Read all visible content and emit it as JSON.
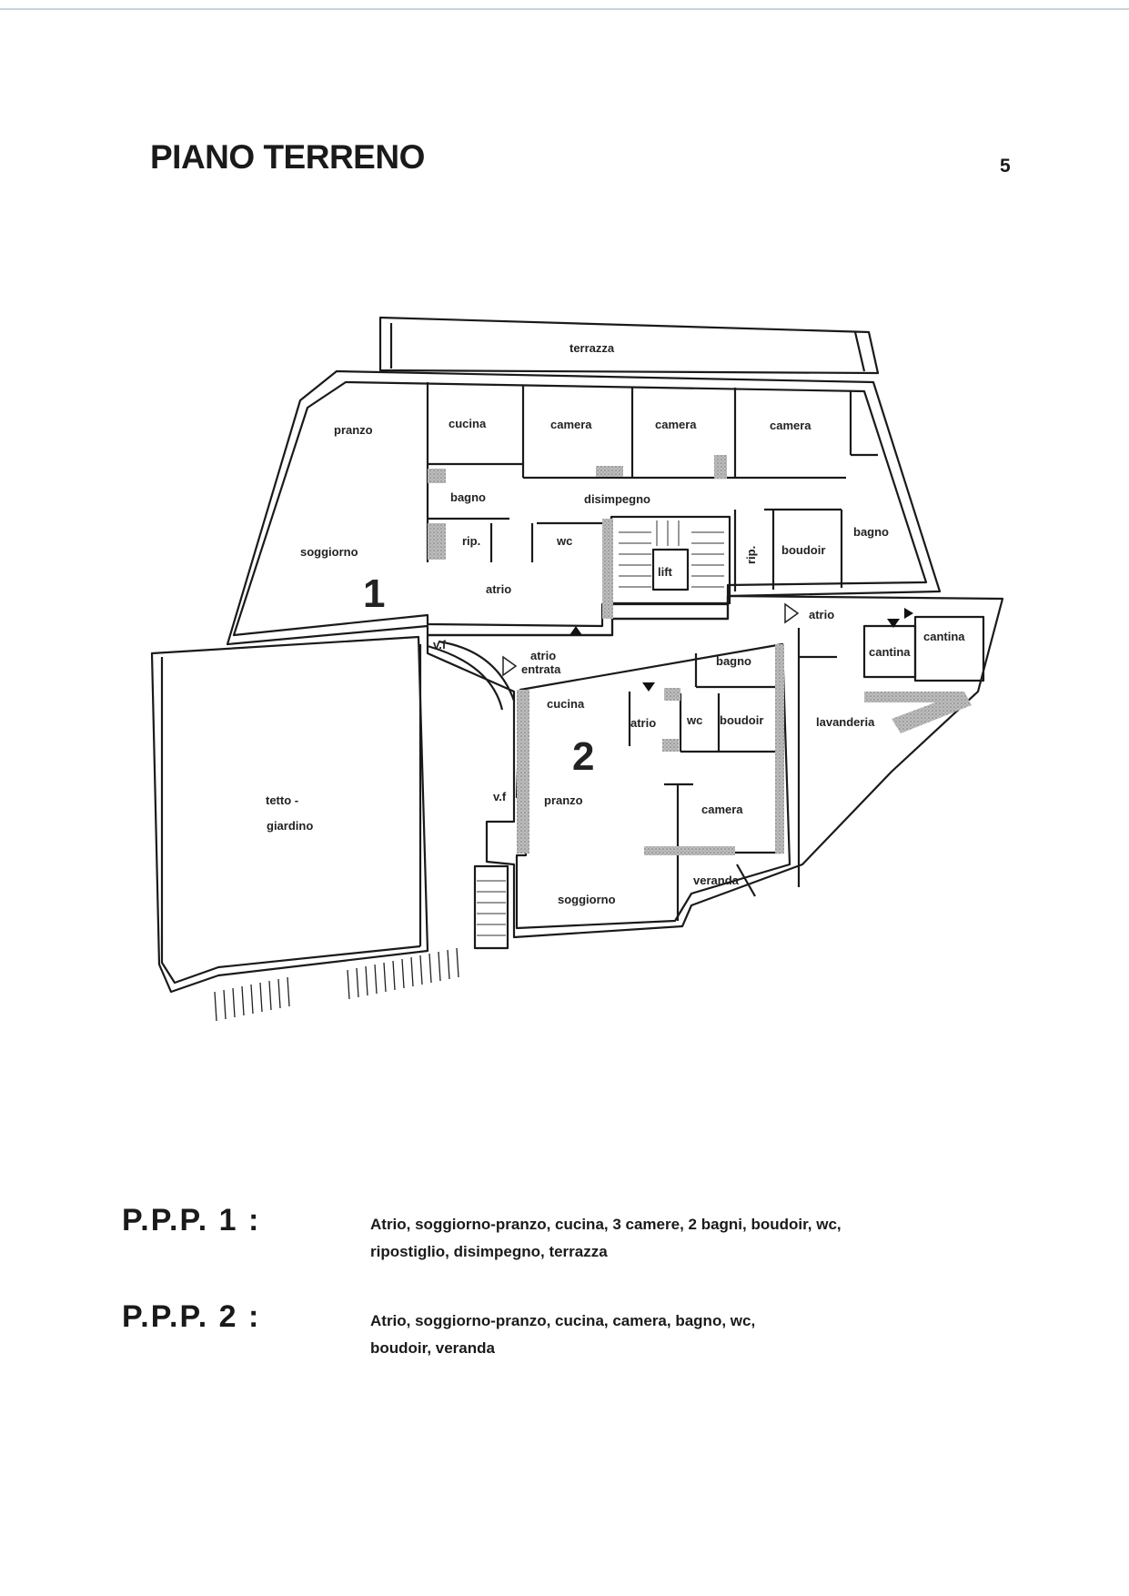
{
  "header": {
    "title": "PIANO TERRENO",
    "page_number": "5"
  },
  "plan": {
    "unit1": {
      "number": "1",
      "rooms": {
        "terrazza": "terrazza",
        "pranzo": "pranzo",
        "cucina": "cucina",
        "camera1": "camera",
        "camera2": "camera",
        "camera3": "camera",
        "bagno_a": "bagno",
        "disimpegno": "disimpegno",
        "rip_a": "rip.",
        "wc": "wc",
        "soggiorno": "soggiorno",
        "atrio": "atrio",
        "lift": "lift",
        "rip_b": "rip.",
        "boudoir": "boudoir",
        "bagno_b": "bagno"
      }
    },
    "common": {
      "atrio": "atrio",
      "cantina1": "cantina",
      "cantina2": "cantina",
      "atrio_entrata_1": "atrio",
      "atrio_entrata_2": "entrata",
      "vf_top": "v.f",
      "vf_left": "v.f",
      "lavanderia": "lavanderia",
      "tetto_1": "tetto -",
      "tetto_2": "giardino"
    },
    "unit2": {
      "number": "2",
      "rooms": {
        "bagno": "bagno",
        "cucina": "cucina",
        "atrio": "atrio",
        "wc": "wc",
        "boudoir": "boudoir",
        "pranzo": "pranzo",
        "camera": "camera",
        "veranda": "veranda",
        "soggiorno": "soggiorno"
      }
    }
  },
  "legend": [
    {
      "code": "P.P.P.  1 :",
      "line1": "Atrio, soggiorno-pranzo, cucina, 3 camere, 2 bagni, boudoir, wc,",
      "line2": "ripostiglio, disimpegno, terrazza"
    },
    {
      "code": "P.P.P.  2 :",
      "line1": "Atrio, soggiorno-pranzo, cucina, camera, bagno, wc,",
      "line2": "boudoir, veranda"
    }
  ]
}
